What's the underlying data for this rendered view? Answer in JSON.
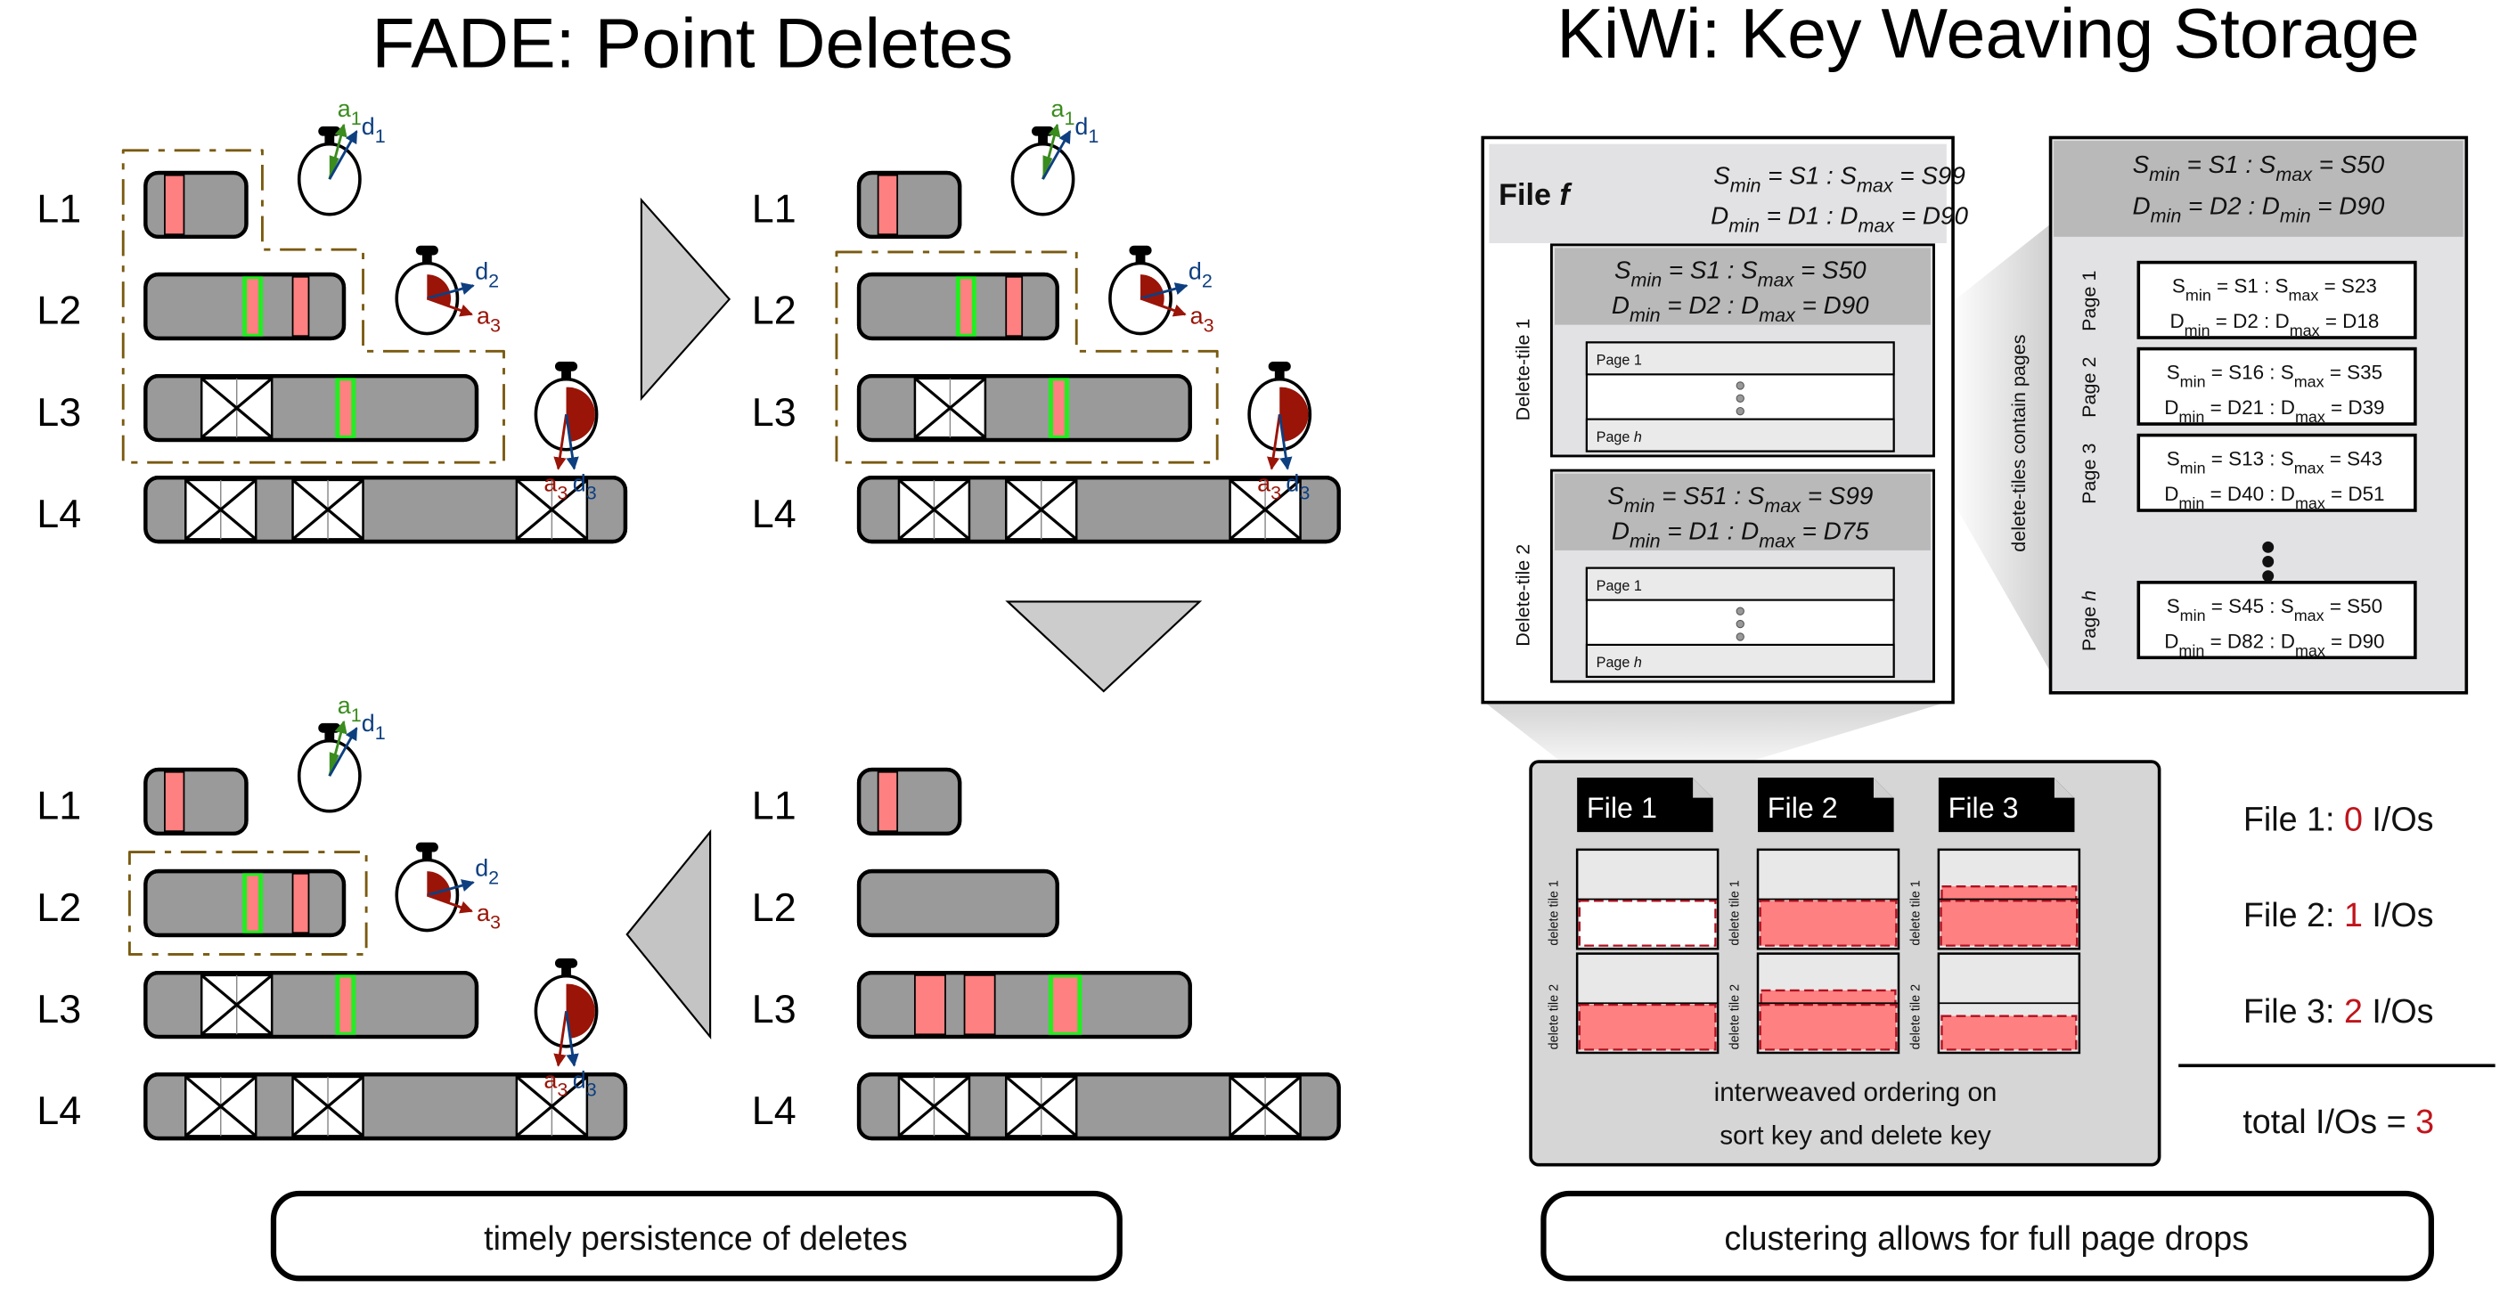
{
  "colors": {
    "level_fill": "#9a9a9a",
    "tombstone_fill": "#ff8080",
    "highlight_outline": "#22ee22",
    "ttl_boundary": "#7a5a10",
    "arrow_a1": "#3a8c1e",
    "arrow_d": "#0d3f80",
    "arrow_a3": "#9a1408",
    "io_count": "#c0141c",
    "panel_gray": "#d6d6d6",
    "header_gray": "#b8b8b8"
  },
  "fade": {
    "title": "FADE: Point Deletes",
    "level_labels": [
      "L1",
      "L2",
      "L3",
      "L4"
    ],
    "quadrants": [
      {
        "name": "initial-state",
        "levels": [
          [
            "tombstone"
          ],
          [
            "tombstone-highlighted",
            "tombstone"
          ],
          [
            "invalidated",
            "tombstone-highlighted"
          ],
          [
            "invalidated",
            "invalidated",
            "invalidated"
          ]
        ],
        "ttl_region": "L1-L3",
        "stopwatches": [
          {
            "level": "L1",
            "labels": [
              "a1",
              "d1"
            ]
          },
          {
            "level": "L2",
            "labels": [
              "d2",
              "a3"
            ]
          },
          {
            "level": "L3",
            "labels": [
              "a3",
              "d3"
            ]
          }
        ]
      },
      {
        "name": "after-l1-flush",
        "levels": [
          [
            "tombstone"
          ],
          [
            "tombstone-highlighted",
            "tombstone"
          ],
          [
            "invalidated",
            "tombstone-highlighted"
          ],
          [
            "invalidated",
            "invalidated",
            "invalidated"
          ]
        ],
        "ttl_region": "L2-L3",
        "stopwatches": [
          {
            "level": "L1",
            "labels": [
              "a1",
              "d1"
            ]
          },
          {
            "level": "L2",
            "labels": [
              "d2",
              "a3"
            ]
          },
          {
            "level": "L3",
            "labels": [
              "a3",
              "d3"
            ]
          }
        ]
      },
      {
        "name": "after-l3-compaction",
        "levels": [
          [
            "tombstone"
          ],
          [
            "tombstone-highlighted",
            "tombstone"
          ],
          [
            "invalidated",
            "tombstone-highlighted"
          ],
          [
            "invalidated",
            "invalidated",
            "invalidated"
          ]
        ],
        "ttl_region": "L2",
        "stopwatches": [
          {
            "level": "L1",
            "labels": [
              "a1",
              "d1"
            ]
          },
          {
            "level": "L2",
            "labels": [
              "d2",
              "a3"
            ]
          },
          {
            "level": "L3",
            "labels": [
              "a3",
              "d3"
            ]
          }
        ]
      },
      {
        "name": "final-state",
        "levels": [
          [
            "tombstone"
          ],
          [],
          [
            "tombstone",
            "tombstone",
            "tombstone-highlighted"
          ],
          [
            "invalidated",
            "invalidated",
            "invalidated"
          ]
        ],
        "ttl_region": "none",
        "stopwatches": []
      }
    ],
    "caption": "timely persistence of deletes"
  },
  "kiwi": {
    "title": "KiWi: Key Weaving Storage",
    "file_f": {
      "label_main": "File ",
      "label_var": "f",
      "s_line": {
        "a": "S",
        "asub": "min",
        "b": " = S1 : S",
        "bsub": "max",
        "c": " = S99"
      },
      "d_line": {
        "a": "D",
        "asub": "min",
        "b": " = D1 : D",
        "bsub": "max",
        "c": " = D90"
      },
      "tiles": [
        {
          "label": "Delete-tile 1",
          "s_line": {
            "a": "S",
            "asub": "min",
            "b": " = S1 : S",
            "bsub": "max",
            "c": " = S50"
          },
          "d_line": {
            "a": "D",
            "asub": "min",
            "b": " = D2 : D",
            "bsub": "max",
            "c": " = D90"
          },
          "page_first": "Page 1",
          "page_last_main": "Page ",
          "page_last_var": "h"
        },
        {
          "label": "Delete-tile 2",
          "s_line": {
            "a": "S",
            "asub": "min",
            "b": " = S51 : S",
            "bsub": "max",
            "c": " = S99"
          },
          "d_line": {
            "a": "D",
            "asub": "min",
            "b": " = D1 : D",
            "bsub": "max",
            "c": " = D75"
          },
          "page_first": "Page 1",
          "page_last_main": "Page ",
          "page_last_var": "h"
        }
      ]
    },
    "tile_detail": {
      "side_label": "delete-tiles contain pages",
      "s_line": {
        "a": "S",
        "asub": "min",
        "b": " = S1 : S",
        "bsub": "max",
        "c": " = S50"
      },
      "d_line": {
        "a": "D",
        "asub": "min",
        "b": " = D2 : D",
        "bsub": "min",
        "c": " = D90"
      },
      "pages": [
        {
          "label": "Page 1",
          "s": {
            "a": "S",
            "asub": "min",
            "b": " = S1 : S",
            "bsub": "max",
            "c": " = S23"
          },
          "d": {
            "a": "D",
            "asub": "min",
            "b": " = D2 : D",
            "bsub": "max",
            "c": " = D18"
          }
        },
        {
          "label": "Page 2",
          "s": {
            "a": "S",
            "asub": "min",
            "b": " = S16 : S",
            "bsub": "max",
            "c": " = S35"
          },
          "d": {
            "a": "D",
            "asub": "min",
            "b": " = D21 : D",
            "bsub": "max",
            "c": " = D39"
          }
        },
        {
          "label": "Page 3",
          "s": {
            "a": "S",
            "asub": "min",
            "b": " = S13 : S",
            "bsub": "max",
            "c": " = S43"
          },
          "d": {
            "a": "D",
            "asub": "min",
            "b": " = D40 : D",
            "bsub": "max",
            "c": " = D51"
          }
        },
        {
          "label": "Page h",
          "s": {
            "a": "S",
            "asub": "min",
            "b": " = S45 : S",
            "bsub": "max",
            "c": " = S50"
          },
          "d": {
            "a": "D",
            "asub": "min",
            "b": " = D82 : D",
            "bsub": "max",
            "c": " = D90"
          }
        }
      ]
    },
    "files": [
      {
        "name": "File 1",
        "tile_labels": [
          "delete tile 1",
          "delete tile 2"
        ],
        "dropped": [
          "tile1-page2-full-drop",
          "tile2-page2-full"
        ]
      },
      {
        "name": "File 2",
        "tile_labels": [
          "delete tile 1",
          "delete tile 2"
        ],
        "dropped": [
          "tile1-page2-full",
          "tile2-page2-partial"
        ]
      },
      {
        "name": "File 3",
        "tile_labels": [
          "delete tile 1",
          "delete tile 2"
        ],
        "dropped": [
          "tile1-page2-partial",
          "tile2-page2-partial"
        ]
      }
    ],
    "interleave_line1": "interweaved ordering on",
    "interleave_line2": "sort key and delete key",
    "io": [
      {
        "prefix": "File 1: ",
        "count": "0",
        "suffix": " I/Os"
      },
      {
        "prefix": "File 2: ",
        "count": "1",
        "suffix": " I/Os"
      },
      {
        "prefix": "File 3: ",
        "count": "2",
        "suffix": " I/Os"
      }
    ],
    "total": {
      "prefix": "total I/Os = ",
      "count": "3"
    },
    "caption": "clustering allows for full page drops"
  }
}
